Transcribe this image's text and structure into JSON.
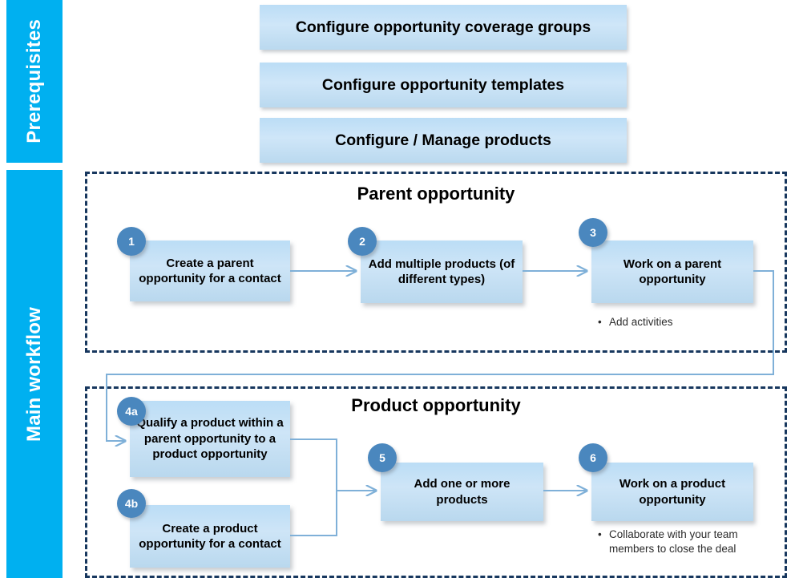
{
  "bands": [
    {
      "id": "prerequisites",
      "label": "Prerequisites",
      "color": "#00B0F0"
    },
    {
      "id": "main-workflow",
      "label": "Main workflow",
      "color": "#00B0F0"
    }
  ],
  "prerequisites": {
    "items": [
      {
        "label": "Configure opportunity coverage groups"
      },
      {
        "label": "Configure opportunity templates"
      },
      {
        "label": "Configure / Manage products"
      }
    ]
  },
  "groups": [
    {
      "id": "parent-opportunity",
      "title": "Parent opportunity"
    },
    {
      "id": "product-opportunity",
      "title": "Product opportunity"
    }
  ],
  "steps": [
    {
      "number": "1",
      "label": "Create a parent opportunity for a contact"
    },
    {
      "number": "2",
      "label": "Add multiple products (of different types)"
    },
    {
      "number": "3",
      "label": "Work on a parent opportunity"
    },
    {
      "number": "4a",
      "label": "Qualify a product within a parent opportunity to a product opportunity"
    },
    {
      "number": "4b",
      "label": "Create a product opportunity for a contact"
    },
    {
      "number": "5",
      "label": "Add one or more products"
    },
    {
      "number": "6",
      "label": "Work on a product opportunity"
    }
  ],
  "notes": {
    "step3": [
      "Add activities"
    ],
    "step6": [
      "Collaborate with your team members to close the deal"
    ]
  },
  "colors": {
    "band": "#00B0F0",
    "badge": "#4A87BE",
    "box_fill": "#C6E0F5",
    "connector": "#7FB0D8",
    "group_border": "#17375E"
  }
}
